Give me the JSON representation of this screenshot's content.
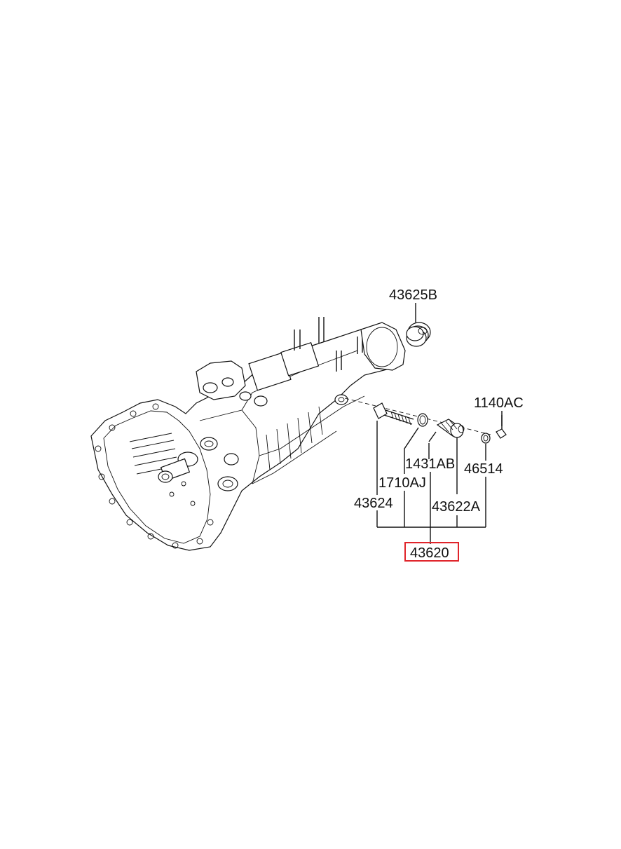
{
  "diagram": {
    "labels": {
      "p43625B": "43625B",
      "p1140AC": "1140AC",
      "p1431AB": "1431AB",
      "p46514": "46514",
      "p1710AJ": "1710AJ",
      "p43624": "43624",
      "p43622A": "43622A",
      "p43620": "43620"
    },
    "highlight_color": "#e0242a"
  }
}
